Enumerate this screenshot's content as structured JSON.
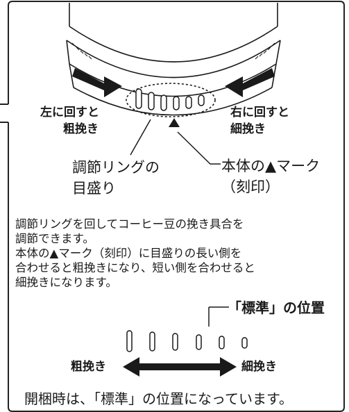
{
  "diagram": {
    "turn_left": [
      "左に回すと",
      "粗挽き"
    ],
    "turn_right": [
      "右に回すと",
      "細挽き"
    ],
    "ring_label": [
      "調節リングの",
      "目盛り"
    ],
    "mark_label": [
      "本体の▲マーク",
      "（刻印）"
    ]
  },
  "explanation": [
    "調節リングを回してコーヒー豆の挽き具合を",
    "調節できます。",
    "本体の▲マーク（刻印）に目盛りの長い側を",
    "合わせると粗挽きになり、短い側を合わせると",
    "細挽きになります。"
  ],
  "scale": {
    "standard_label": "「標準」の位置",
    "coarse_label": "粗挽き",
    "fine_label": "細挽き"
  },
  "footer": "開梱時は、「標準」の位置になっています。"
}
